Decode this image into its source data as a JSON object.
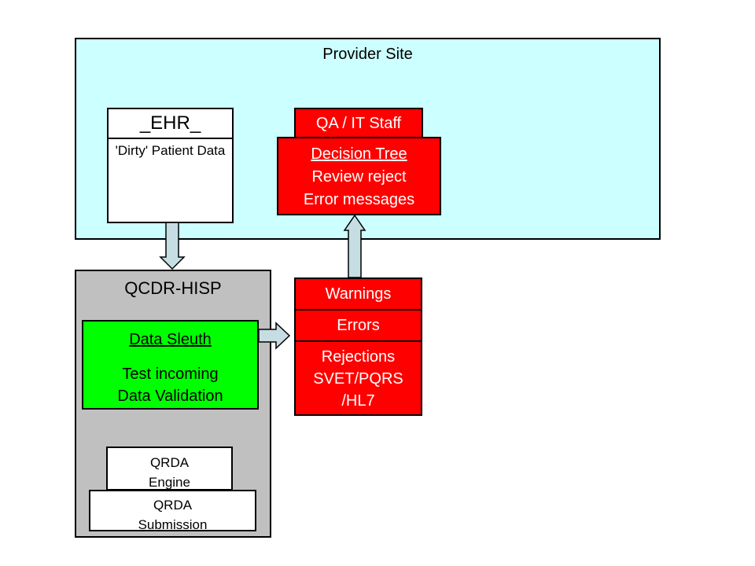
{
  "colors": {
    "provider_fill": "#CCFFFF",
    "alert_red": "#FF0000",
    "success_green": "#00FF00",
    "hisp_gray": "#C0C0C0",
    "arrow_blue": "#C6DEE3",
    "text_white": "#FFFFFF",
    "text_black": "#000000"
  },
  "provider_site": {
    "title": "Provider Site",
    "ehr": {
      "title": "_EHR_",
      "subtitle": "'Dirty' Patient Data"
    },
    "qa_it_staff": {
      "label": "QA / IT Staff"
    },
    "decision_tree": {
      "title": "Decision Tree",
      "lines": [
        "Review reject",
        "Error messages"
      ]
    }
  },
  "qcdr_hisp": {
    "title": "QCDR-HISP",
    "data_sleuth": {
      "title": "Data Sleuth",
      "lines": [
        "Test incoming",
        "Data Validation"
      ]
    },
    "qrda_engine": {
      "lines": [
        "QRDA",
        "Engine"
      ]
    },
    "qrda_submission": {
      "lines": [
        "QRDA",
        "Submission"
      ]
    }
  },
  "feedback_stack": {
    "warnings": "Warnings",
    "errors": "Errors",
    "rejections": {
      "lines": [
        "Rejections",
        "SVET/PQRS",
        "/HL7"
      ]
    }
  },
  "icons": {
    "down_arrow": "block-arrow-down",
    "right_arrow": "block-arrow-right",
    "up_arrow": "block-arrow-up"
  }
}
